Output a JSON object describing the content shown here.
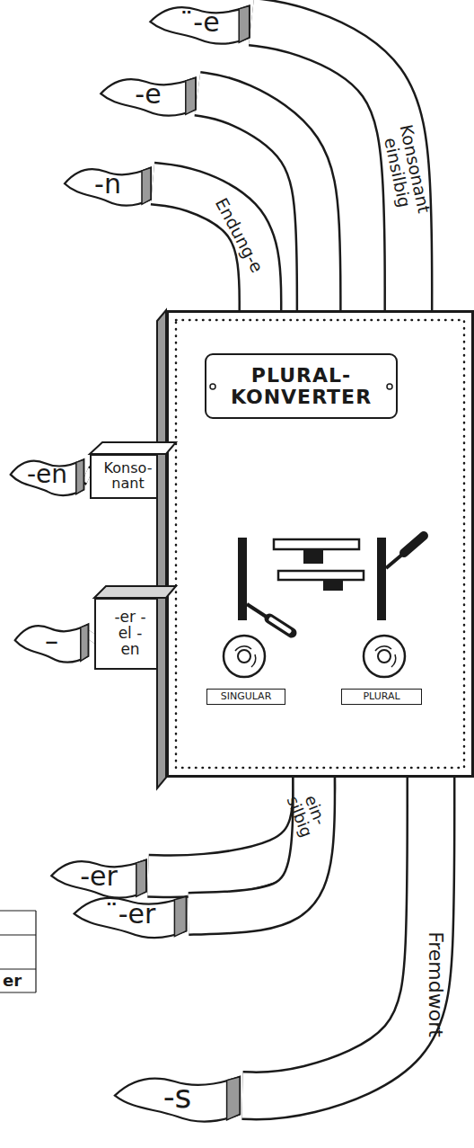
{
  "diagram": {
    "nodes": [
      {
        "text": [
          "¨-e"
        ]
      },
      {
        "text": [
          "-e"
        ]
      },
      {
        "text": [
          "-n"
        ]
      },
      {
        "text": [
          "PLURAL- KONVERTER"
        ]
      },
      {
        "text": [
          "SINGULAR"
        ],
        "in": 3
      },
      {
        "text": [
          "PLURAL"
        ],
        "in": 3
      },
      {
        "text": [
          "Konso- nant"
        ]
      },
      {
        "text": [
          "-en"
        ]
      },
      {
        "text": [
          "-er -el -en"
        ]
      },
      {
        "text": [
          "–"
        ]
      },
      {
        "text": [
          "-er"
        ]
      },
      {
        "text": [
          "¨-er"
        ]
      },
      {
        "text": [
          "-s"
        ]
      }
    ],
    "edges": [
      {
        "from": 3,
        "to": 2,
        "label": "Endung-e",
        "arrow": "none"
      },
      {
        "from": 3,
        "to": 1,
        "arrow": "none"
      },
      {
        "from": 3,
        "to": 0,
        "label": "Konsonant einsilbig",
        "arrow": "none"
      },
      {
        "from": 6,
        "to": 7,
        "arrow": "none"
      },
      {
        "from": 8,
        "to": 9,
        "arrow": "none"
      },
      {
        "from": 3,
        "to": 10,
        "label": "ein- silbig",
        "arrow": "none"
      },
      {
        "from": 3,
        "to": 11,
        "arrow": "none"
      },
      {
        "from": 3,
        "to": 12,
        "label": "Fremdwort",
        "arrow": "none"
      }
    ],
    "labels": [
      "er"
    ]
  }
}
